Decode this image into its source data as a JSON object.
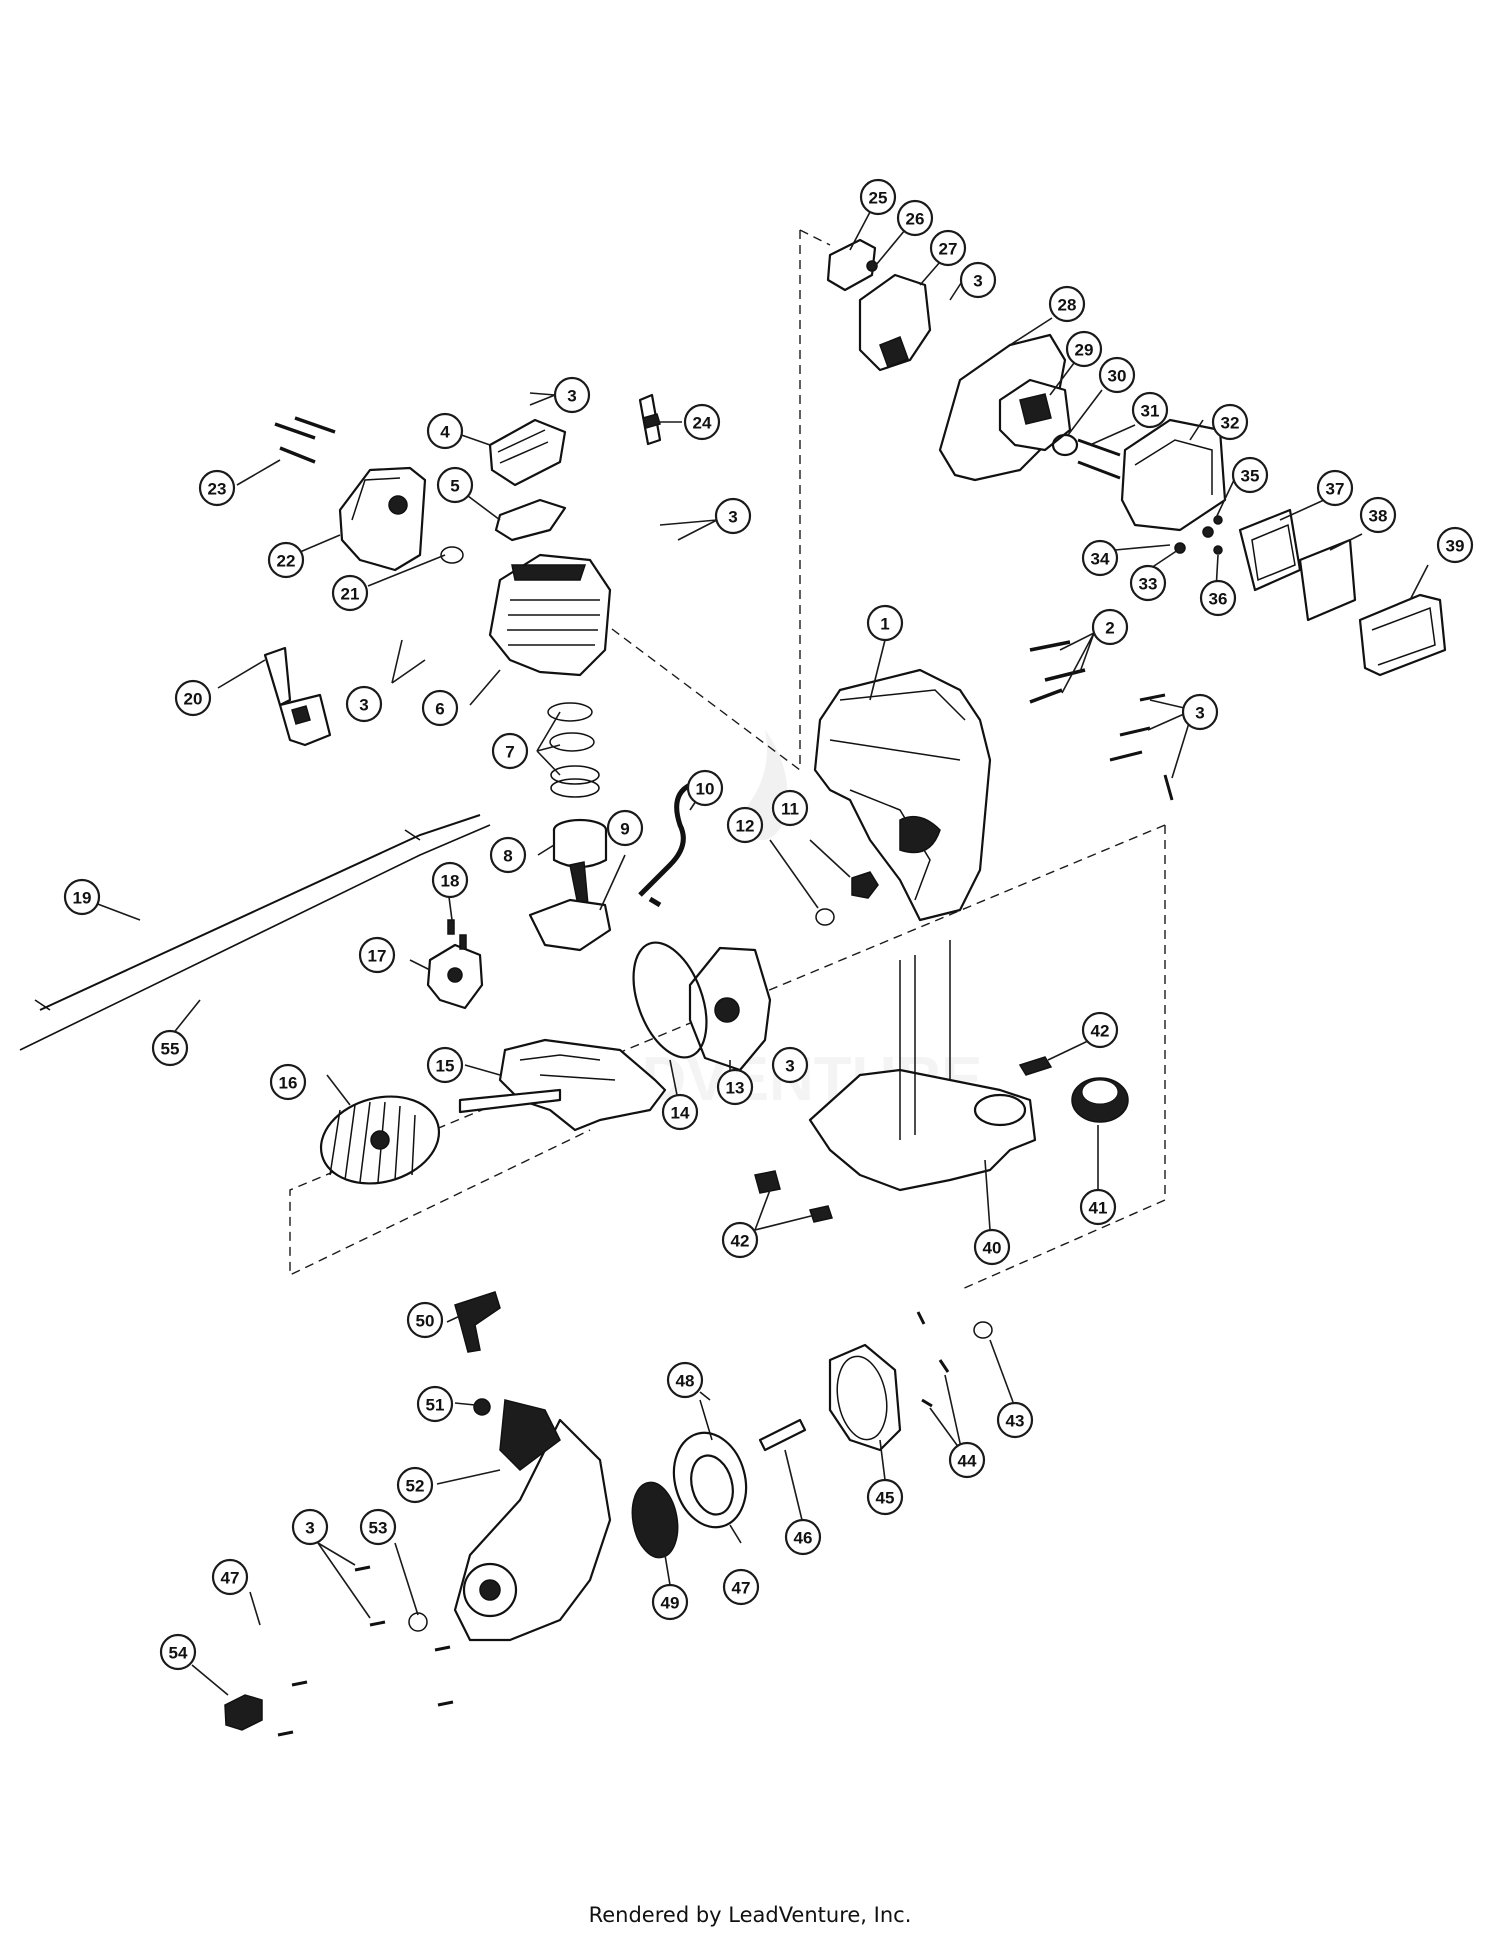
{
  "footer": "Rendered by LeadVenture, Inc.",
  "watermark": "LEADVENTURE",
  "callouts": [
    {
      "n": "1",
      "label": "1"
    },
    {
      "n": "2",
      "label": "2"
    },
    {
      "n": "3",
      "label": "3"
    },
    {
      "n": "4",
      "label": "4"
    },
    {
      "n": "5",
      "label": "5"
    },
    {
      "n": "6",
      "label": "6"
    },
    {
      "n": "7",
      "label": "7"
    },
    {
      "n": "8",
      "label": "8"
    },
    {
      "n": "9",
      "label": "9"
    },
    {
      "n": "10",
      "label": "10"
    },
    {
      "n": "11",
      "label": "11"
    },
    {
      "n": "12",
      "label": "12"
    },
    {
      "n": "13",
      "label": "13"
    },
    {
      "n": "14",
      "label": "14"
    },
    {
      "n": "15",
      "label": "15"
    },
    {
      "n": "16",
      "label": "16"
    },
    {
      "n": "17",
      "label": "17"
    },
    {
      "n": "18",
      "label": "18"
    },
    {
      "n": "19",
      "label": "19"
    },
    {
      "n": "20",
      "label": "20"
    },
    {
      "n": "21",
      "label": "21"
    },
    {
      "n": "22",
      "label": "22"
    },
    {
      "n": "23",
      "label": "23"
    },
    {
      "n": "24",
      "label": "24"
    },
    {
      "n": "25",
      "label": "25"
    },
    {
      "n": "26",
      "label": "26"
    },
    {
      "n": "27",
      "label": "27"
    },
    {
      "n": "28",
      "label": "28"
    },
    {
      "n": "29",
      "label": "29"
    },
    {
      "n": "30",
      "label": "30"
    },
    {
      "n": "31",
      "label": "31"
    },
    {
      "n": "32",
      "label": "32"
    },
    {
      "n": "33",
      "label": "33"
    },
    {
      "n": "34",
      "label": "34"
    },
    {
      "n": "35",
      "label": "35"
    },
    {
      "n": "36",
      "label": "36"
    },
    {
      "n": "37",
      "label": "37"
    },
    {
      "n": "38",
      "label": "38"
    },
    {
      "n": "39",
      "label": "39"
    },
    {
      "n": "40",
      "label": "40"
    },
    {
      "n": "41",
      "label": "41"
    },
    {
      "n": "42",
      "label": "42"
    },
    {
      "n": "43",
      "label": "43"
    },
    {
      "n": "44",
      "label": "44"
    },
    {
      "n": "45",
      "label": "45"
    },
    {
      "n": "46",
      "label": "46"
    },
    {
      "n": "47",
      "label": "47"
    },
    {
      "n": "48",
      "label": "48"
    },
    {
      "n": "49",
      "label": "49"
    },
    {
      "n": "50",
      "label": "50"
    },
    {
      "n": "51",
      "label": "51"
    },
    {
      "n": "52",
      "label": "52"
    },
    {
      "n": "53",
      "label": "53"
    },
    {
      "n": "54",
      "label": "54"
    },
    {
      "n": "55",
      "label": "55"
    }
  ]
}
